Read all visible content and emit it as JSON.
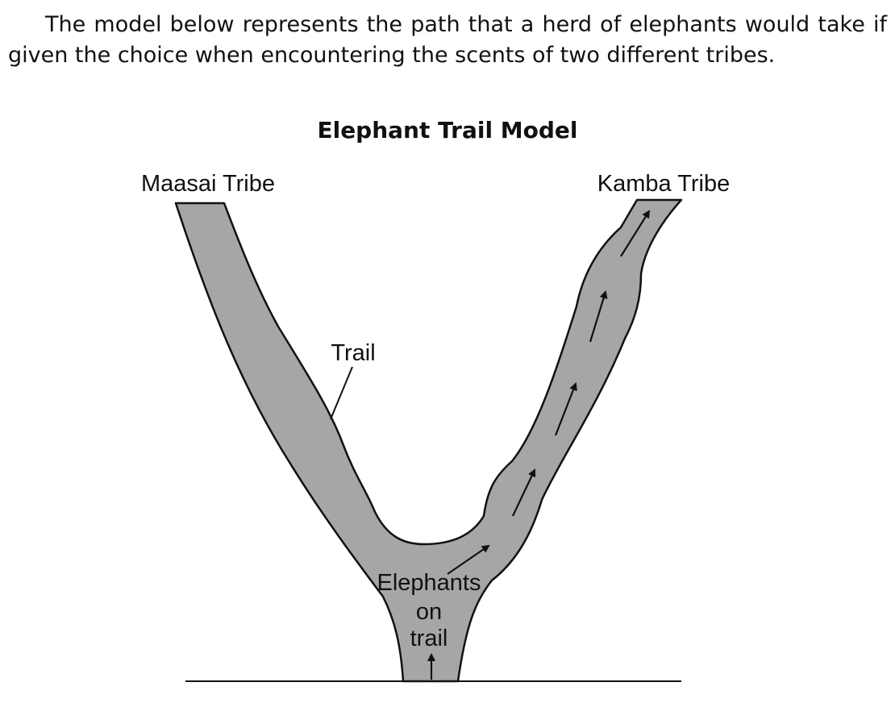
{
  "intro_text": "The model below represents the path that a herd of elephants would take if given the choice when encountering the scents of two different tribes.",
  "diagram": {
    "title": "Elephant Trail Model",
    "labels": {
      "left_tribe": "Maasai Tribe",
      "right_tribe": "Kamba Tribe",
      "trail": "Trail",
      "elephants_line1": "Elephants",
      "elephants_line2": "on",
      "elephants_line3": "trail"
    },
    "colors": {
      "trail_fill": "#a6a6a6",
      "outline": "#111111"
    }
  }
}
